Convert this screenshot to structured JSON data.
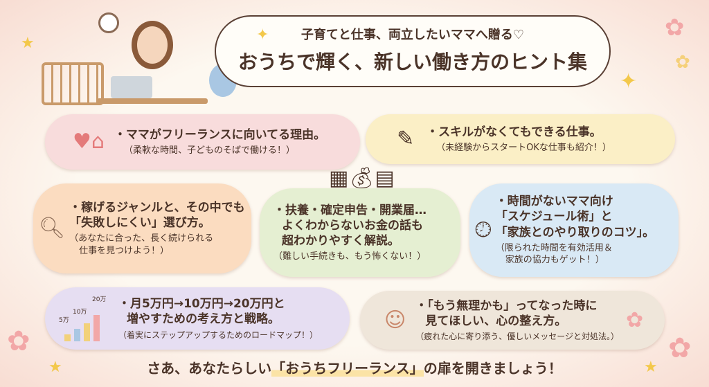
{
  "header": {
    "line1": "子育てと仕事、両立したいママへ贈る♡",
    "line2": "おうちで輝く、新しい働き方のヒント集"
  },
  "cards": [
    {
      "main": "・ママがフリーランスに向いてる理由。",
      "sub": "（柔軟な時間、子どものそばで働ける！）",
      "icon": "heart-house-icon",
      "color": "#f8dcdc"
    },
    {
      "main": "・スキルがなくてもできる仕事。",
      "sub": "（未経験からスタートOKな仕事も紹介！）",
      "icon": "paper-pencil-icon",
      "color": "#fbefc6"
    },
    {
      "main1": "・稼げるジャンルと、その中でも",
      "main2": "「失敗しにくい」選び方。",
      "sub1": "（あなたに合った、長く続けられる",
      "sub2": "仕事を見つけよう！）",
      "icon": "magnifier-icon",
      "color": "#fbdcc0"
    },
    {
      "main1": "・扶養・確定申告・開業届…",
      "main2": "よくわからないお金の話も",
      "main3": "超わかりやすく解説。",
      "sub": "（難しい手続きも、もう怖くない！）",
      "icon": "calculator-money-document-icon",
      "color": "#e5efd2"
    },
    {
      "main1": "・時間がないママ向け",
      "main2": "「スケジュール術」と",
      "main3": "「家族とのやり取りのコツ」。",
      "sub1": "（限られた時間を有効活用＆",
      "sub2": "家族の協力もゲット！）",
      "icon": "clock-icon",
      "color": "#d9e9f5"
    },
    {
      "main1": "・月5万円→10万円→20万円と",
      "main2": "増やすための考え方と戦略。",
      "sub": "（着実にステップアップするためのロードマップ！）",
      "icon": "growth-chart-icon",
      "chart_labels": [
        "5万",
        "10万",
        "20万"
      ],
      "color": "#e6def2"
    },
    {
      "main1": "・「もう無理かも」ってなった時に",
      "main2": "見てほしい、心の整え方。",
      "sub": "（疲れた心に寄り添う、優しいメッセージと対処法。）",
      "icon": "hugging-woman-icon",
      "color": "#efe6da"
    }
  ],
  "footer": {
    "pre": "さあ、あなたらしい",
    "highlight": "「おうちフリーランス」",
    "post": "の扉を開きましょう！"
  }
}
